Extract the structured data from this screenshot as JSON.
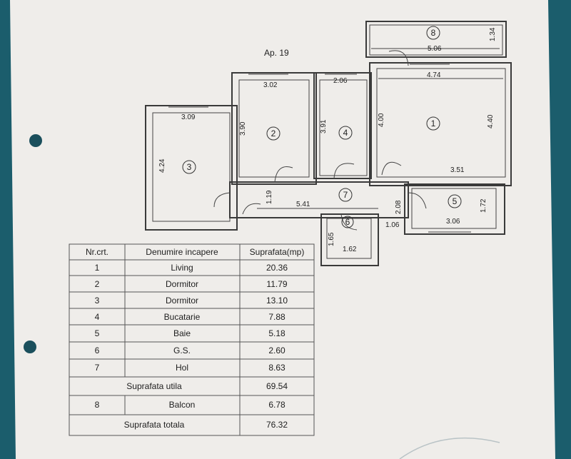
{
  "plan": {
    "title": "Ap. 19",
    "room_numbers": [
      "1",
      "2",
      "3",
      "4",
      "5",
      "6",
      "7",
      "8"
    ],
    "dimensions": {
      "balcony_width": "5.06",
      "balcony_depth": "1.34",
      "living_width": "4.74",
      "living_depth": "4.40",
      "living_inner_left": "4.00",
      "living_bottom": "3.51",
      "bed2_width": "3.02",
      "bed2_depth": "3.90",
      "kitchen_width": "2.06",
      "kitchen_depth": "3.91",
      "bed3_width": "3.09",
      "bed3_depth": "4.24",
      "hall_depth": "1.19",
      "hall_length": "5.41",
      "hall_side": "2.08",
      "hall_small": "1.06",
      "bath_width": "3.06",
      "bath_depth": "1.72",
      "wc_depth": "1.65",
      "wc_width": "1.62"
    }
  },
  "table": {
    "headers": [
      "Nr.crt.",
      "Denumire incapere",
      "Suprafata(mp)"
    ],
    "rows": [
      {
        "nr": "1",
        "name": "Living",
        "area": "20.36"
      },
      {
        "nr": "2",
        "name": "Dormitor",
        "area": "11.79"
      },
      {
        "nr": "3",
        "name": "Dormitor",
        "area": "13.10"
      },
      {
        "nr": "4",
        "name": "Bucatarie",
        "area": "7.88"
      },
      {
        "nr": "5",
        "name": "Baie",
        "area": "5.18"
      },
      {
        "nr": "6",
        "name": "G.S.",
        "area": "2.60"
      },
      {
        "nr": "7",
        "name": "Hol",
        "area": "8.63"
      }
    ],
    "subtotal": {
      "label": "Suprafata utila",
      "area": "69.54"
    },
    "extra": {
      "nr": "8",
      "name": "Balcon",
      "area": "6.78"
    },
    "total": {
      "label": "Suprafata totala",
      "area": "76.32"
    }
  }
}
